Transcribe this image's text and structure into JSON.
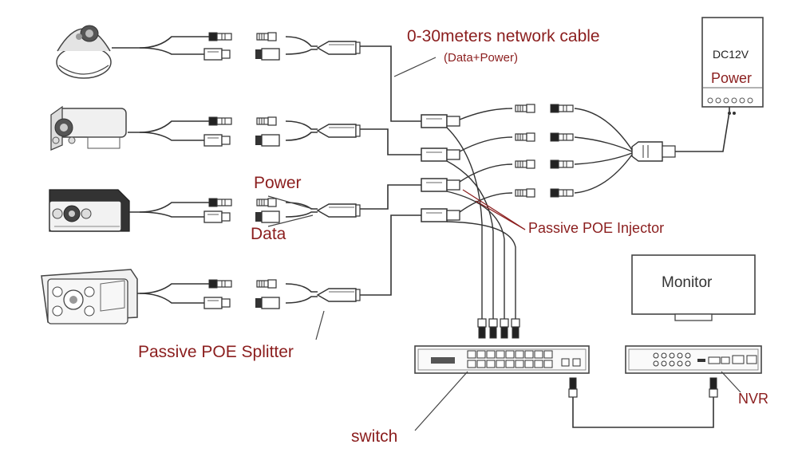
{
  "labels": {
    "cable_title": "0-30meters network cable",
    "cable_subtitle": "(Data+Power)",
    "dc": "DC12V",
    "power_supply": "Power",
    "power": "Power",
    "data": "Data",
    "injector": "Passive POE Injector",
    "splitter": "Passive POE Splitter",
    "monitor": "Monitor",
    "switch": "switch",
    "nvr": "NVR"
  },
  "colors": {
    "label": "#8b1e1e",
    "line": "#333333",
    "annotation_line": "#8b1e1e"
  },
  "devices": {
    "cameras": [
      "dome-camera-icon",
      "bullet-camera-icon",
      "box-camera-icon",
      "bullet-camera-large-icon"
    ],
    "power_supply": "power-supply-icon",
    "switch": "network-switch-icon",
    "nvr": "nvr-icon",
    "monitor": "monitor-icon"
  }
}
